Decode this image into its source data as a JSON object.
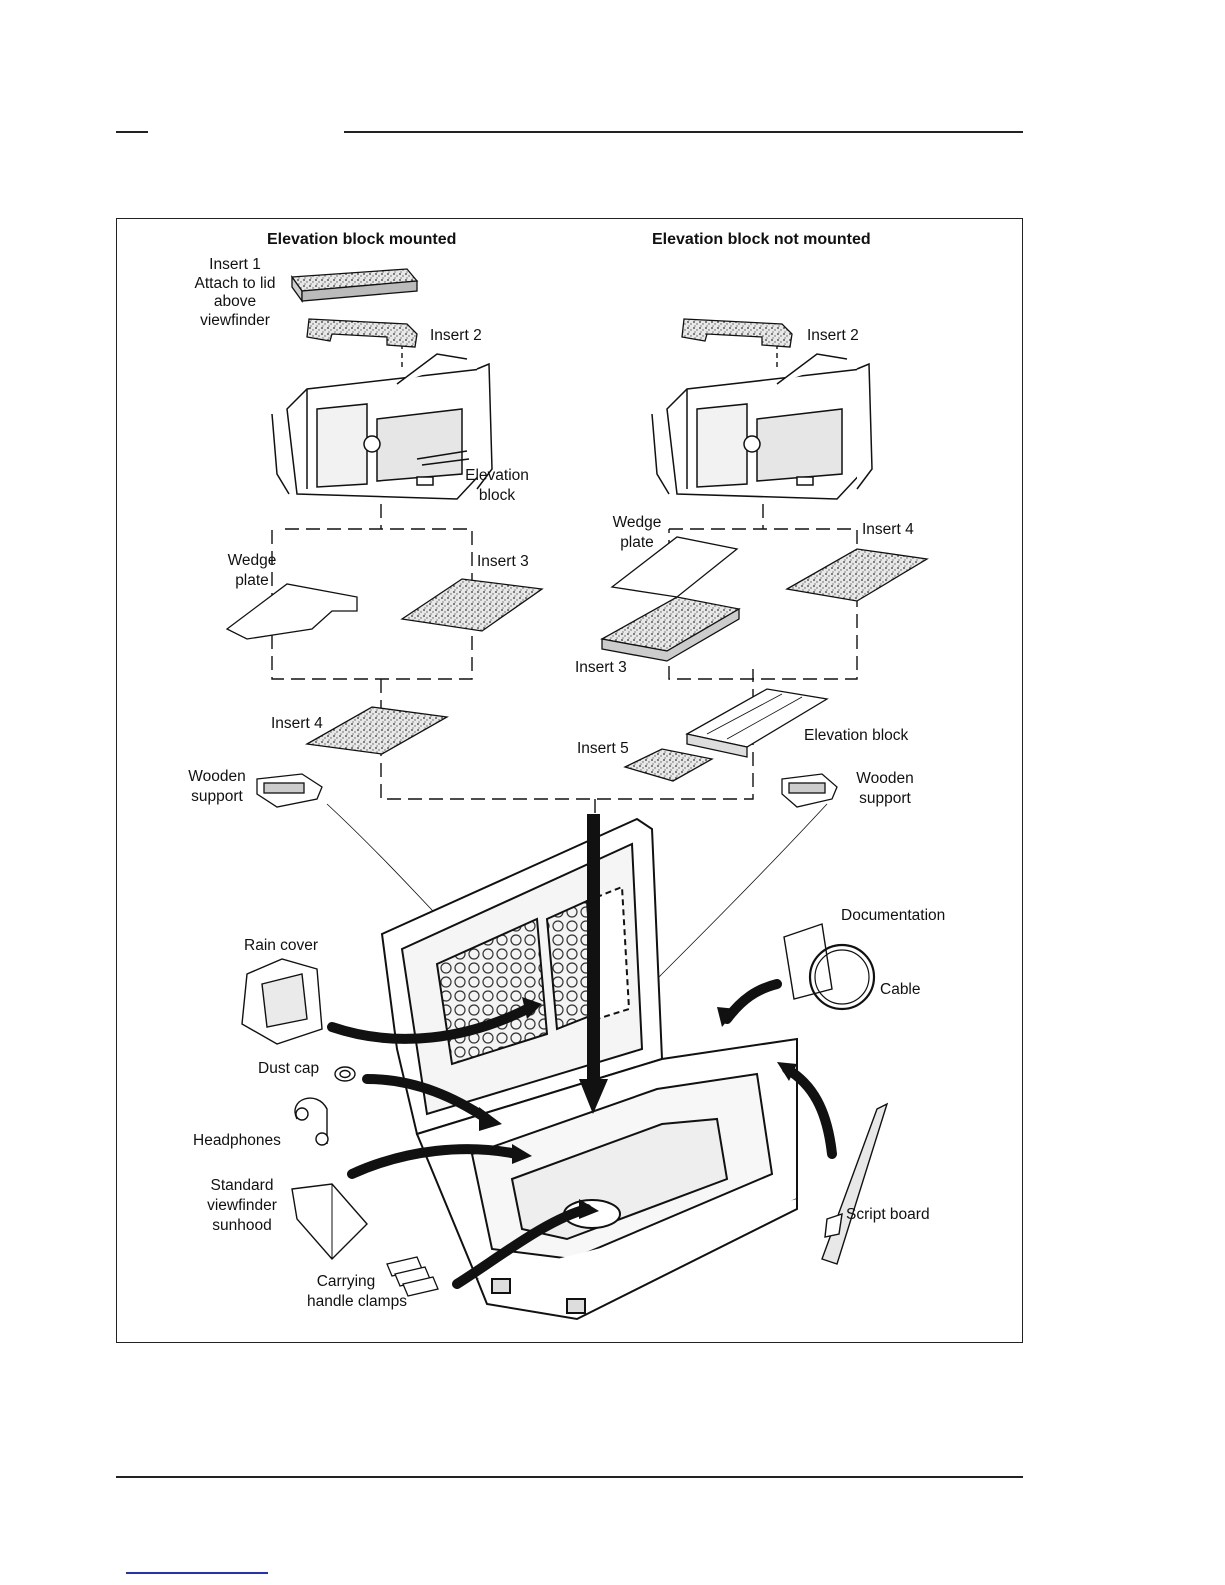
{
  "figure": {
    "headings": {
      "mounted": "Elevation block mounted",
      "not_mounted": "Elevation block not mounted"
    },
    "labels": {
      "insert1_line1": "Insert 1",
      "insert1_line2": "Attach to lid",
      "insert1_line3": "above",
      "insert1_line4": "viewfinder",
      "insert2_left": "Insert 2",
      "insert2_right": "Insert 2",
      "elevation_block_line1": "Elevation",
      "elevation_block_line2": "block",
      "wedge_left_line1": "Wedge",
      "wedge_left_line2": "plate",
      "wedge_right_line1": "Wedge",
      "wedge_right_line2": "plate",
      "insert3_left": "Insert 3",
      "insert3_right": "Insert 3",
      "insert4_left": "Insert 4",
      "insert4_right": "Insert 4",
      "insert5": "Insert 5",
      "elevation_block_right": "Elevation block",
      "wooden_left_line1": "Wooden",
      "wooden_left_line2": "support",
      "wooden_right_line1": "Wooden",
      "wooden_right_line2": "support",
      "rain_cover": "Rain cover",
      "documentation": "Documentation",
      "cable": "Cable",
      "dust_cap": "Dust cap",
      "headphones": "Headphones",
      "sunhood_line1": "Standard",
      "sunhood_line2": "viewfinder",
      "sunhood_line3": "sunhood",
      "script_board": "Script board",
      "clamps_line1": "Carrying",
      "clamps_line2": "handle clamps"
    }
  }
}
